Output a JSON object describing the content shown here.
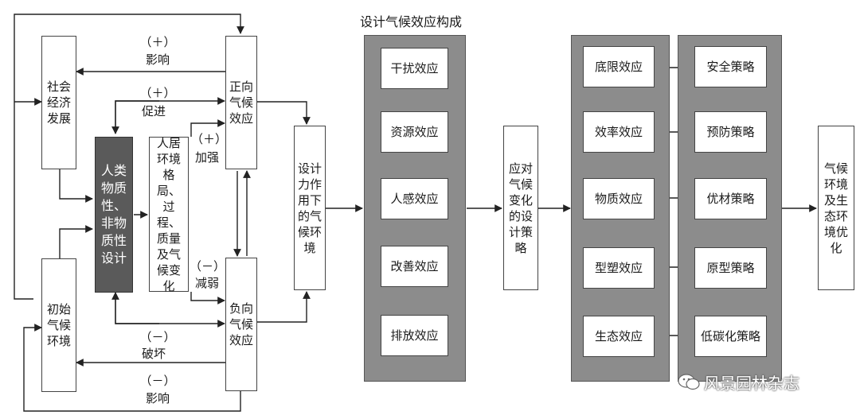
{
  "left": {
    "social": "社会经济发展",
    "initial": "初始气候环境",
    "human": "人类物质性、非物质性设计",
    "habitat": "人居环境格局、过程、质量及气候变化",
    "pos": "正向气候效应",
    "neg": "负向气候效应",
    "design_env": "设计力作用下的气候环境"
  },
  "labels": {
    "plus1": "（＋）",
    "influence1": "影响",
    "plus2": "（＋）",
    "promote": "促进",
    "plus3": "（＋）",
    "strengthen": "加强",
    "minus1": "（－）",
    "weaken": "减弱",
    "minus2": "（－）",
    "destroy": "破坏",
    "minus3": "（－）",
    "influence2": "影响"
  },
  "composition": {
    "title": "设计气候效应构成",
    "items": [
      "干扰效应",
      "资源效应",
      "人感效应",
      "改善效应",
      "排放效应"
    ]
  },
  "strategy_box": "应对气候变化的设计策略",
  "effects": [
    "底限效应",
    "效率效应",
    "物质效应",
    "型塑效应",
    "生态效应"
  ],
  "strategies": [
    "安全策略",
    "预防策略",
    "优材策略",
    "原型策略",
    "低碳化策略"
  ],
  "result": "气候环境及生态环境优化",
  "watermark": "风景园林杂志"
}
